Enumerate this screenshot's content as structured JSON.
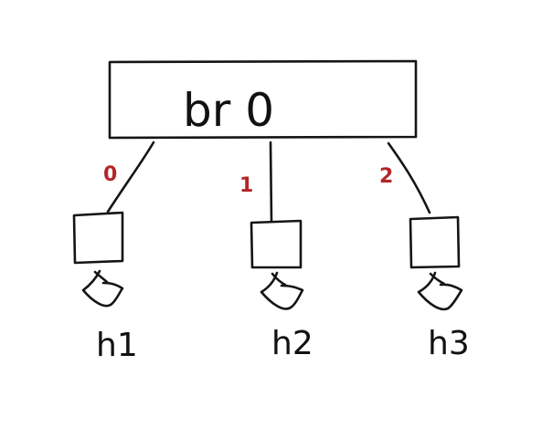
{
  "diagram": {
    "switch": {
      "label": "br 0"
    },
    "ports": [
      {
        "label": "0"
      },
      {
        "label": "1"
      },
      {
        "label": "2"
      }
    ],
    "hosts": [
      {
        "label": "h1"
      },
      {
        "label": "h2"
      },
      {
        "label": "h3"
      }
    ],
    "colors": {
      "ink": "#151515",
      "port_label": "#b3262a",
      "background": "#ffffff"
    }
  }
}
